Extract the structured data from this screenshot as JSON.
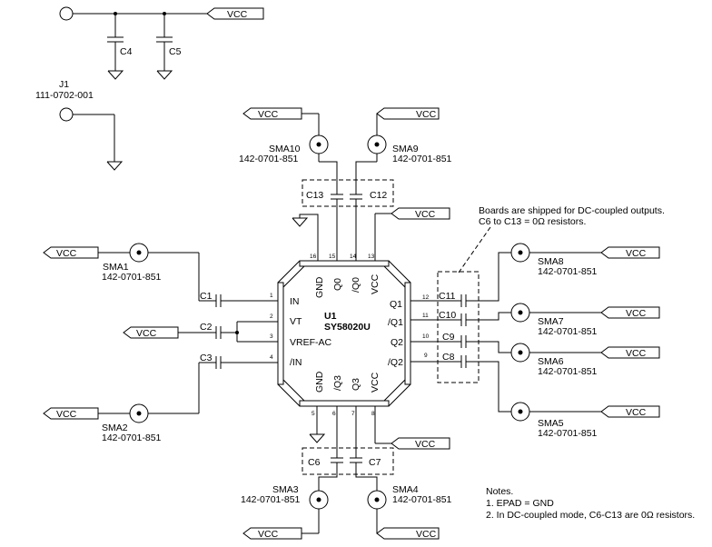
{
  "power_label": "VCC",
  "top_parts": {
    "c4": "C4",
    "c5": "C5",
    "j1_ref": "J1",
    "j1_part": "111-0702-001"
  },
  "connectors": {
    "sma1": {
      "ref": "SMA1",
      "part": "142-0701-851"
    },
    "sma2": {
      "ref": "SMA2",
      "part": "142-0701-851"
    },
    "sma3": {
      "ref": "SMA3",
      "part": "142-0701-851"
    },
    "sma4": {
      "ref": "SMA4",
      "part": "142-0701-851"
    },
    "sma5": {
      "ref": "SMA5",
      "part": "142-0701-851"
    },
    "sma6": {
      "ref": "SMA6",
      "part": "142-0701-851"
    },
    "sma7": {
      "ref": "SMA7",
      "part": "142-0701-851"
    },
    "sma8": {
      "ref": "SMA8",
      "part": "142-0701-851"
    },
    "sma9": {
      "ref": "SMA9",
      "part": "142-0701-851"
    },
    "sma10": {
      "ref": "SMA10",
      "part": "142-0701-851"
    }
  },
  "capacitors": {
    "c1": "C1",
    "c2": "C2",
    "c3": "C3",
    "c6": "C6",
    "c7": "C7",
    "c8": "C8",
    "c9": "C9",
    "c10": "C10",
    "c11": "C11",
    "c12": "C12",
    "c13": "C13"
  },
  "ic": {
    "ref": "U1",
    "part": "SY58020U",
    "pins_left": [
      {
        "num": "1",
        "name": "IN"
      },
      {
        "num": "2",
        "name": "VT"
      },
      {
        "num": "3",
        "name": "VREF-AC"
      },
      {
        "num": "4",
        "name": "/IN"
      }
    ],
    "pins_right": [
      {
        "num": "12",
        "name": "Q1"
      },
      {
        "num": "11",
        "name": "/Q1"
      },
      {
        "num": "10",
        "name": "Q2"
      },
      {
        "num": "9",
        "name": "/Q2"
      }
    ],
    "pins_top": [
      {
        "num": "16",
        "name": "GND"
      },
      {
        "num": "15",
        "name": "Q0"
      },
      {
        "num": "14",
        "name": "/Q0"
      },
      {
        "num": "13",
        "name": "VCC"
      }
    ],
    "pins_bottom": [
      {
        "num": "5",
        "name": "GND"
      },
      {
        "num": "6",
        "name": "/Q3"
      },
      {
        "num": "7",
        "name": "Q3"
      },
      {
        "num": "8",
        "name": "VCC"
      }
    ]
  },
  "annotation": {
    "line1": "Boards are shipped for DC-coupled outputs.",
    "line2": "C6 to C13 = 0Ω resistors."
  },
  "notes": {
    "title": "Notes.",
    "n1": "1.  EPAD = GND",
    "n2": "2.  In DC-coupled mode, C6-C13 are 0Ω resistors."
  }
}
